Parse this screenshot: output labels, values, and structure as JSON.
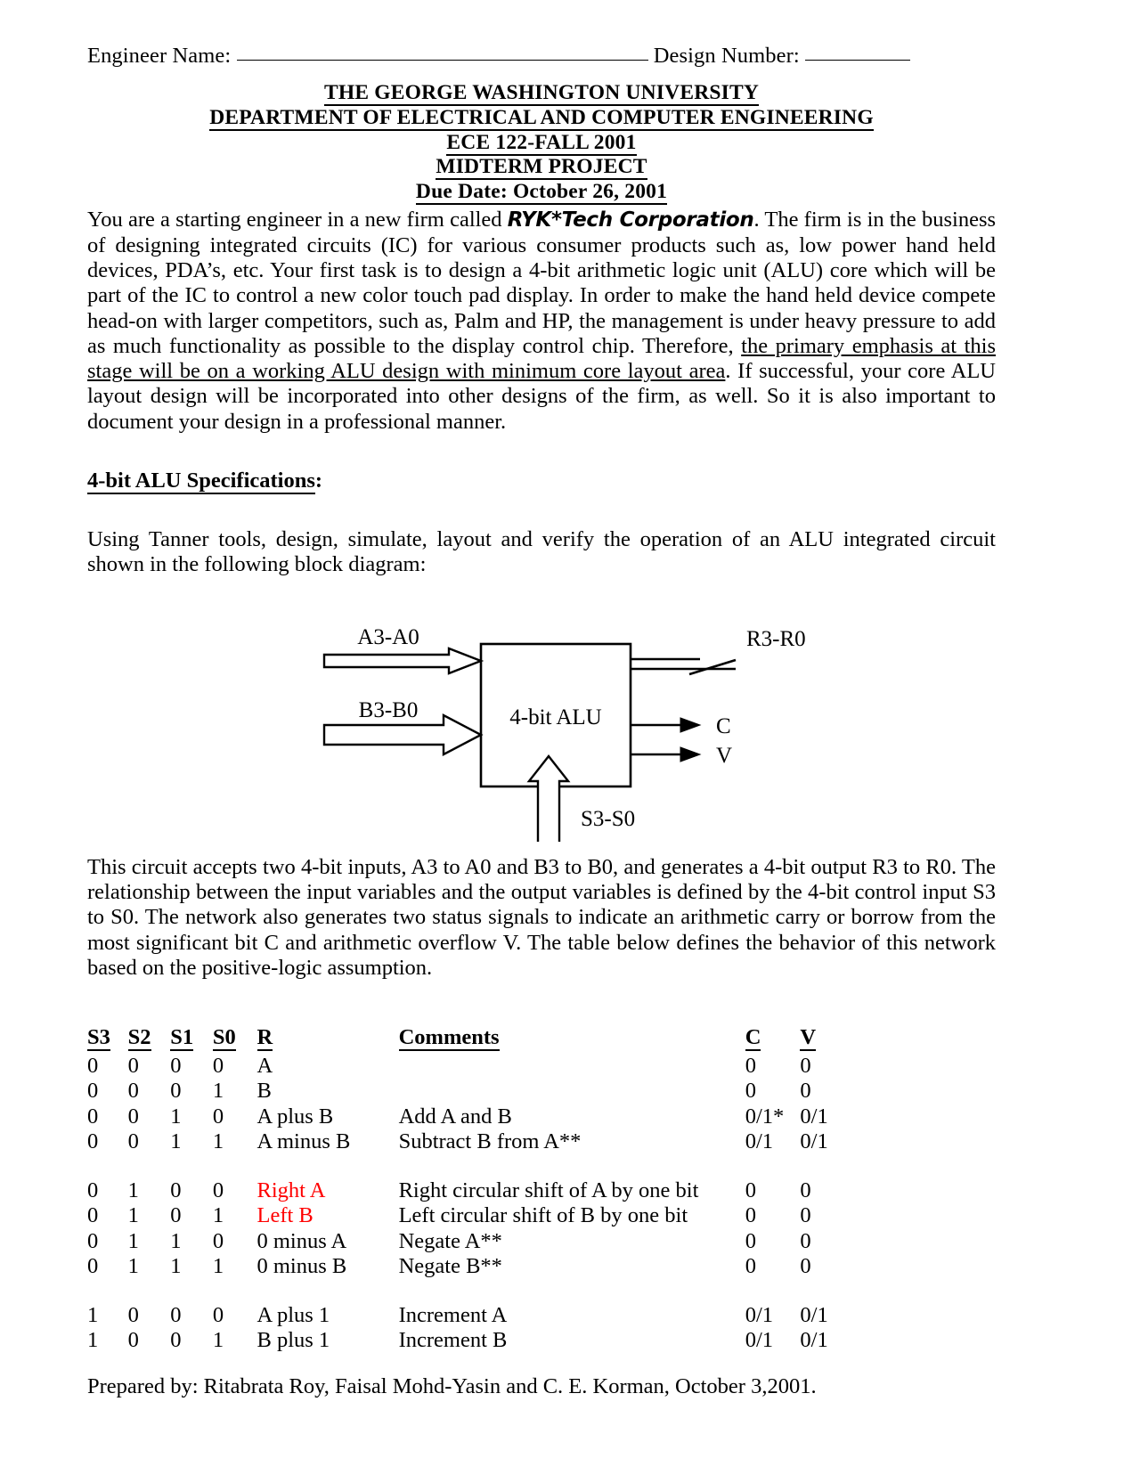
{
  "form": {
    "engineer_name_label": "Engineer Name:",
    "design_number_label": "Design Number:"
  },
  "titles": {
    "line1": "THE GEORGE WASHINGTON UNIVERSITY",
    "line2": "DEPARTMENT OF ELECTRICAL AND COMPUTER ENGINEERING",
    "line3": "ECE 122-FALL 2001",
    "line4": "MIDTERM PROJECT",
    "line5": "Due Date: October 26, 2001"
  },
  "intro": {
    "p1_a": "You are a starting engineer in a new firm called ",
    "p1_brand": "RYK*Tech Corporation",
    "p1_b": ". The firm is in the business of designing integrated circuits (IC) for various consumer products such as, low power hand held devices, PDA’s, etc. Your first task is to design a 4-bit arithmetic logic unit (ALU) core which will be part of the IC to control a new color touch pad display. In order to make the hand held device compete head-on with larger competitors, such as, Palm and HP, the management is under heavy pressure to add as much functionality as possible to the display control chip. Therefore, ",
    "p1_underlined": "the primary emphasis at this stage will be on a working ALU design with minimum core layout area",
    "p1_c": ". If successful, your core ALU layout design will be incorporated into other designs of the firm, as well. So it is also important to document your design in a professional manner."
  },
  "spec": {
    "heading": "4-bit ALU Specifications",
    "heading_colon": ":",
    "paragraph": "Using Tanner tools, design, simulate, layout and verify the operation of an ALU integrated circuit shown in the following block diagram:"
  },
  "diagram": {
    "block_label": "4-bit ALU",
    "input_a": "A3-A0",
    "input_b": "B3-B0",
    "input_s": "S3-S0",
    "output_r": "R3-R0",
    "output_c": "C",
    "output_v": "V"
  },
  "description": {
    "paragraph": "This circuit accepts two 4-bit inputs, A3 to A0 and B3 to B0, and generates a 4-bit output R3 to R0. The relationship between the input variables and the output variables is defined by the 4-bit control input S3 to S0. The network also generates two status signals to indicate an arithmetic carry or borrow from the most significant bit C and arithmetic overflow V. The table below defines the behavior of this network based on the positive-logic assumption."
  },
  "chart_data": {
    "type": "table",
    "title": "4-bit ALU function table",
    "columns": [
      "S3",
      "S2",
      "S1",
      "S0",
      "R",
      "Comments",
      "C",
      "V"
    ],
    "groups": [
      {
        "rows": [
          {
            "S3": "0",
            "S2": "0",
            "S1": "0",
            "S0": "0",
            "R": "A",
            "R_color": "#000000",
            "Comments": "",
            "C": "0",
            "V": "0"
          },
          {
            "S3": "0",
            "S2": "0",
            "S1": "0",
            "S0": "1",
            "R": "B",
            "R_color": "#000000",
            "Comments": "",
            "C": "0",
            "V": "0"
          },
          {
            "S3": "0",
            "S2": "0",
            "S1": "1",
            "S0": "0",
            "R": "A plus B",
            "R_color": "#000000",
            "Comments": "Add A and B",
            "C": "0/1*",
            "V": "0/1"
          },
          {
            "S3": "0",
            "S2": "0",
            "S1": "1",
            "S0": "1",
            "R": "A minus B",
            "R_color": "#000000",
            "Comments": "Subtract B from A**",
            "C": "0/1",
            "V": "0/1"
          }
        ]
      },
      {
        "rows": [
          {
            "S3": "0",
            "S2": "1",
            "S1": "0",
            "S0": "0",
            "R": "Right A",
            "R_color": "#ff0000",
            "Comments": "Right circular shift of A by one bit",
            "C": "0",
            "V": "0"
          },
          {
            "S3": "0",
            "S2": "1",
            "S1": "0",
            "S0": "1",
            "R": "Left B",
            "R_color": "#ff0000",
            "Comments": "Left  circular shift of B by one bit",
            "C": "0",
            "V": "0"
          },
          {
            "S3": "0",
            "S2": "1",
            "S1": "1",
            "S0": "0",
            "R": "0 minus A",
            "R_color": "#000000",
            "Comments": "Negate A**",
            "C": "0",
            "V": "0"
          },
          {
            "S3": "0",
            "S2": "1",
            "S1": "1",
            "S0": "1",
            "R": "0 minus B",
            "R_color": "#000000",
            "Comments": "Negate B**",
            "C": "0",
            "V": "0"
          }
        ]
      },
      {
        "rows": [
          {
            "S3": "1",
            "S2": "0",
            "S1": "0",
            "S0": "0",
            "R": "A plus 1",
            "R_color": "#000000",
            "Comments": "Increment A",
            "C": "0/1",
            "V": "0/1"
          },
          {
            "S3": "1",
            "S2": "0",
            "S1": "0",
            "S0": "1",
            "R": "B plus 1",
            "R_color": "#000000",
            "Comments": "Increment B",
            "C": "0/1",
            "V": "0/1"
          }
        ]
      }
    ]
  },
  "footer": {
    "prepared_by": "Prepared by: Ritabrata Roy, Faisal Mohd-Yasin and C. E. Korman, October 3,2001."
  }
}
